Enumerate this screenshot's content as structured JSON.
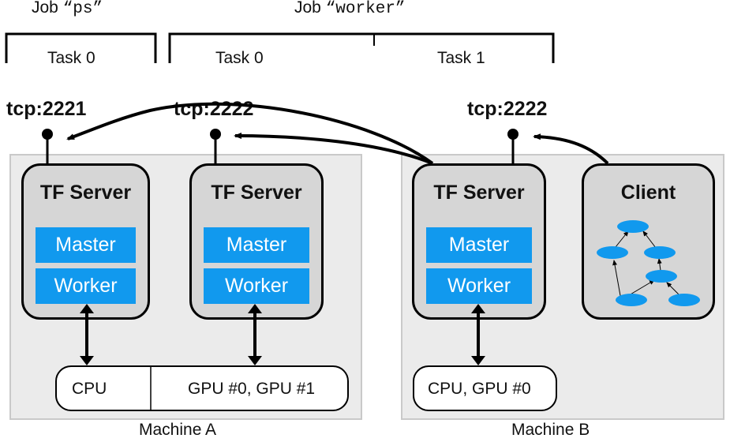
{
  "jobs": {
    "ps": {
      "prefix": "Job",
      "name": "“ps”",
      "tasks": [
        "Task 0"
      ]
    },
    "worker": {
      "prefix": "Job",
      "name": "“worker”",
      "tasks": [
        "Task 0",
        "Task 1"
      ]
    }
  },
  "ports": {
    "a_ps": "tcp:2221",
    "a_worker": "tcp:2222",
    "b_worker": "tcp:2222"
  },
  "server": {
    "title": "TF Server",
    "master": "Master",
    "worker": "Worker"
  },
  "client": {
    "title": "Client"
  },
  "machine_a": {
    "label": "Machine A",
    "devices": [
      "CPU",
      "GPU #0, GPU #1"
    ]
  },
  "machine_b": {
    "label": "Machine B",
    "devices": [
      "CPU, GPU #0"
    ]
  },
  "colors": {
    "accent": "#1199ee",
    "server_fill": "#d6d6d6",
    "machine_fill": "#ebebeb"
  }
}
